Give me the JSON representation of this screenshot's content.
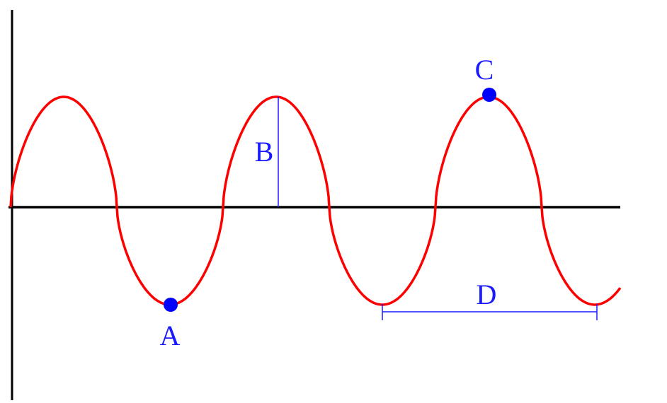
{
  "diagram": {
    "title": "Transverse wave",
    "labels": {
      "a": "A",
      "b": "B",
      "c": "C",
      "d": "D"
    },
    "colors": {
      "wave": "#ff0000",
      "annotation": "#1a1aff",
      "axis": "#000000"
    }
  }
}
